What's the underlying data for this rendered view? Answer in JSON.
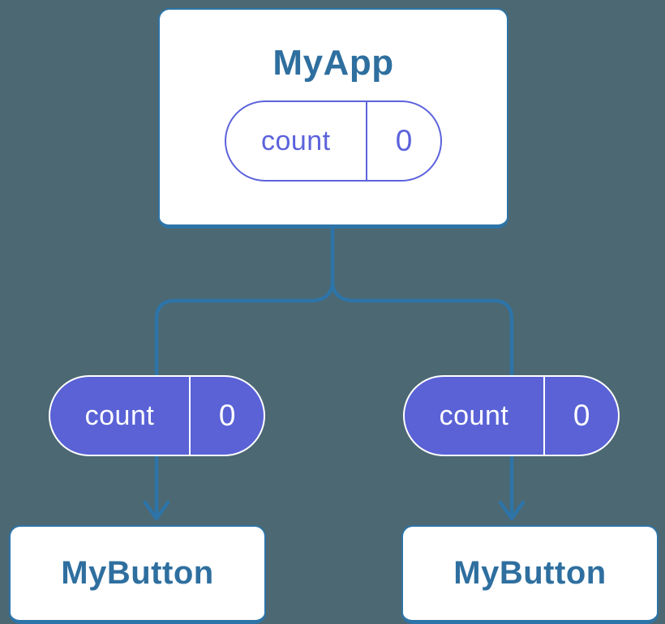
{
  "colors": {
    "background": "#4C6872",
    "connector_blue": "#2D74A8",
    "node_text_blue": "#2E6F9F",
    "state_pill_fill_indigo": "#5A62D6",
    "state_pill_outline_indigo": "#5C63DB",
    "card_fill": "#ffffff"
  },
  "diagram": {
    "root": {
      "title": "MyApp",
      "state": {
        "label": "count",
        "value": "0"
      }
    },
    "children": [
      {
        "title": "MyButton",
        "state": {
          "label": "count",
          "value": "0"
        }
      },
      {
        "title": "MyButton",
        "state": {
          "label": "count",
          "value": "0"
        }
      }
    ]
  }
}
